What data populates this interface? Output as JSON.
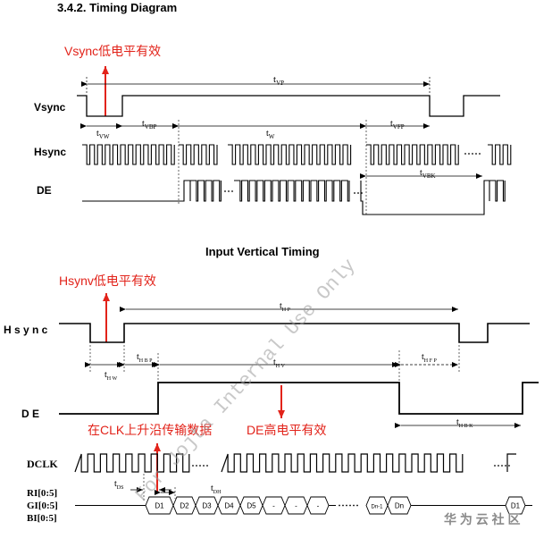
{
  "section": {
    "title": "3.4.2. Timing Diagram"
  },
  "top": {
    "annotation_vsync": "Vsync低电平有效",
    "labels": {
      "vsync": "Vsync",
      "hsync": "Hsync",
      "de": "DE"
    },
    "params": {
      "vp": "t",
      "vp_sub": "VP",
      "vw": "t",
      "vw_sub": "VW",
      "vbp": "t",
      "vbp_sub": "VBP",
      "w": "t",
      "w_sub": "W",
      "vfp": "t",
      "vfp_sub": "VFP",
      "vbk": "t",
      "vbk_sub": "VBK"
    }
  },
  "bottom": {
    "title": "Input Vertical Timing",
    "annotation_hsync": "Hsynv低电平有效",
    "annotation_clk": "在CLK上升沿传输数据",
    "annotation_de": "DE高电平有效",
    "labels": {
      "hsync": "H s y n c",
      "de": "D E",
      "dclk": "DCLK",
      "ri": "RI[0:5]",
      "gi": "GI[0:5]",
      "bi": "BI[0:5]"
    },
    "params": {
      "hp": "t",
      "hp_sub": "H P",
      "hw": "t",
      "hw_sub": "H W",
      "hbp": "t",
      "hbp_sub": "H B P",
      "hv": "t",
      "hv_sub": "H V",
      "hfp": "t",
      "hfp_sub": "H F P",
      "hbk": "t",
      "hbk_sub": "H B K",
      "ds": "t",
      "ds_sub": "DS",
      "dh": "t",
      "dh_sub": "DH"
    },
    "data_cells": [
      "D1",
      "D2",
      "D3",
      "D4",
      "D5",
      "-",
      "-",
      "-",
      "Dn-1",
      "Dn",
      "D1"
    ]
  },
  "watermark": "For Jojta Internal Use Only",
  "footer": {
    "brand": "华 为 云 社 区"
  }
}
